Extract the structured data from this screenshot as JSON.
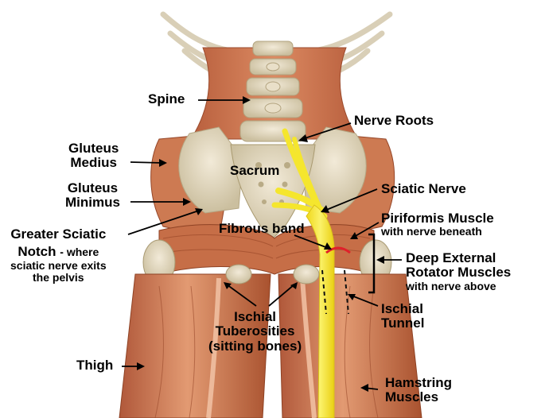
{
  "figure": {
    "labels": {
      "spine": "Spine",
      "nerve_roots": "Nerve Roots",
      "gluteus_medius": [
        "Gluteus",
        "Medius"
      ],
      "sacrum": "Sacrum",
      "gluteus_minimus": [
        "Gluteus",
        "Minimus"
      ],
      "sciatic_nerve": "Sciatic Nerve",
      "piriformis": {
        "title": "Piriformis Muscle",
        "sub": "with nerve beneath"
      },
      "greater_sciatic_notch": {
        "title": "Greater Sciatic",
        "notch": "Notch",
        "desc": "- where",
        "line2": "sciatic nerve exits",
        "line3": "the pelvis"
      },
      "fibrous_band": "Fibrous band",
      "deep_external_rotators": {
        "lines": [
          "Deep External",
          "Rotator Muscles"
        ],
        "sub": "with nerve above"
      },
      "ischial_tunnel": [
        "Ischial",
        "Tunnel"
      ],
      "ischial_tuberosities": [
        "Ischial",
        "Tuberosities",
        "(sitting bones)"
      ],
      "thigh": "Thigh",
      "hamstring": [
        "Hamstring",
        "Muscles"
      ]
    },
    "colors": {
      "muscle": "#c8704a",
      "muscle_dark": "#a24e31",
      "muscle_light": "#e59c74",
      "bone": "#ddd3bd",
      "nerve": "#f4ea3a",
      "fibrous_band": "#e0202a",
      "arrow": "#000000"
    }
  }
}
